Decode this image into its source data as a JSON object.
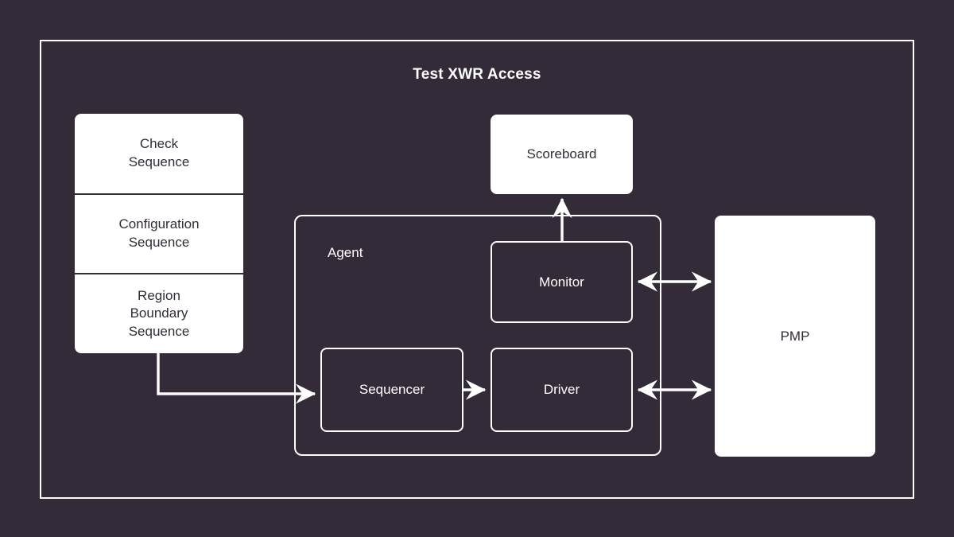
{
  "diagram": {
    "title": "Test XWR Access",
    "background_color": "#332c38",
    "frame_color": "#ffffff",
    "box_fill_color": "#ffffff",
    "box_text_color": "#332c38",
    "outline_text_color": "#ffffff"
  },
  "sequences": {
    "items": [
      {
        "label": "Check\nSequence"
      },
      {
        "label": "Configuration\nSequence"
      },
      {
        "label": "Region\nBoundary\nSequence"
      }
    ]
  },
  "agent": {
    "label": "Agent",
    "blocks": {
      "sequencer": "Sequencer",
      "driver": "Driver",
      "monitor": "Monitor"
    }
  },
  "blocks": {
    "scoreboard": "Scoreboard",
    "pmp": "PMP"
  },
  "connections": [
    {
      "name": "sequence-to-sequencer",
      "from": "Region Boundary Sequence",
      "to": "Sequencer",
      "arrow": "single"
    },
    {
      "name": "sequencer-to-driver",
      "from": "Sequencer",
      "to": "Driver",
      "arrow": "single"
    },
    {
      "name": "monitor-to-scoreboard",
      "from": "Monitor",
      "to": "Scoreboard",
      "arrow": "single"
    },
    {
      "name": "monitor-to-pmp",
      "from": "Monitor",
      "to": "PMP",
      "arrow": "double"
    },
    {
      "name": "driver-to-pmp",
      "from": "Driver",
      "to": "PMP",
      "arrow": "double"
    }
  ]
}
